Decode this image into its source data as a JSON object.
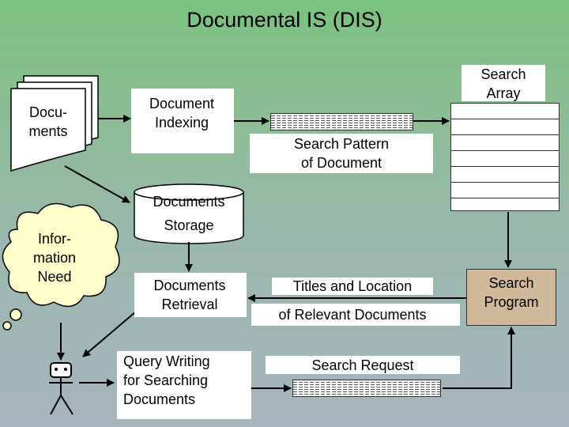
{
  "title": "Documental IS (DIS)",
  "nodes": {
    "documents": "Docu-\nments",
    "indexing": "Document\nIndexing",
    "search_array": "Search\nArray",
    "search_pattern": "Search Pattern\nof Document",
    "storage_top": "Documents",
    "storage_bottom": "Storage",
    "info_need": "Infor-\nmation\nNeed",
    "retrieval": "Documents\nRetrieval",
    "titles_location": "Titles and Location",
    "relevant_docs": "of Relevant Documents",
    "search_program": "Search\nProgram",
    "query_writing": "Query Writing\nfor Searching\nDocuments",
    "search_request": "Search Request"
  },
  "colors": {
    "background_top": "#7ac280",
    "background_bottom": "#a7b4bd",
    "search_program_fill": "#d0b89a",
    "cloud_fill": "#ffffcc"
  }
}
